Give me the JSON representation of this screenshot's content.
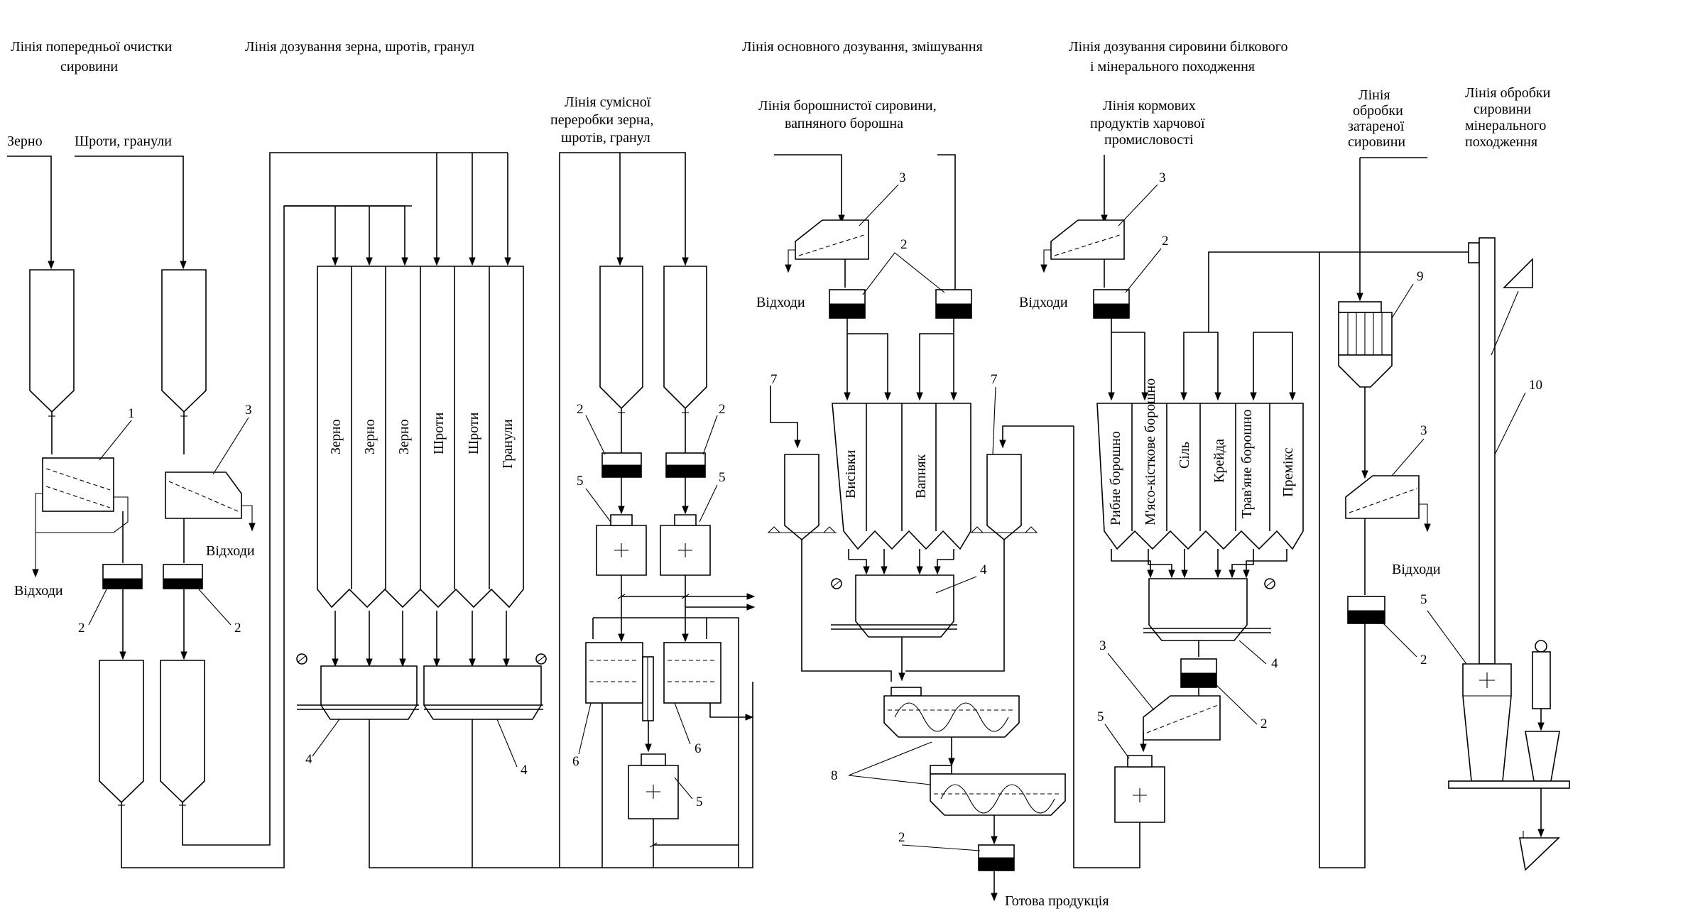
{
  "headers": {
    "pre_cleaning_1": "Лінія попередньої очистки",
    "pre_cleaning_2": "сировини",
    "dosing_grain": "Лінія дозування зерна, шротів, гранул",
    "joint_processing_1": "Лінія сумісної",
    "joint_processing_2": "переробки зерна,",
    "joint_processing_3": "шротів, гранул",
    "main_dosing": "Лінія основного дозування, змішування",
    "flour_raw_1": "Лінія борошнистої сировини,",
    "flour_raw_2": "вапняного борошна",
    "protein_mineral_1": "Лінія дозування сировини білкового",
    "protein_mineral_2": "і мінерального походження",
    "food_industry_1": "Лінія кормових",
    "food_industry_2": "продуктів харчової",
    "food_industry_3": "промисловості",
    "packed_1": "Лінія",
    "packed_2": "обробки",
    "packed_3": "затареної",
    "packed_4": "сировини",
    "mineral_1": "Лінія обробки",
    "mineral_2": "сировини",
    "mineral_3": "мінерального",
    "mineral_4": "походження"
  },
  "inputs": {
    "grain": "Зерно",
    "meal_pellets": "Шроти, гранули"
  },
  "waste": "Відходи",
  "bins_grain": [
    "Зерно",
    "Зерно",
    "Зерно",
    "Шроти",
    "Шроти",
    "Гранули"
  ],
  "bins_flour": [
    "Висівки",
    "Вапняк"
  ],
  "bins_protein": [
    "Рибне борошно",
    "М'ясо-кісткове борошно",
    "Сіль",
    "Крейда",
    "Трав'яне борошно",
    "Премікс"
  ],
  "output": "Готова продукція",
  "numbers": {
    "n1": "1",
    "n2": "2",
    "n3": "3",
    "n4": "4",
    "n5": "5",
    "n6": "6",
    "n7": "7",
    "n8": "8",
    "n9": "9",
    "n10": "10"
  }
}
